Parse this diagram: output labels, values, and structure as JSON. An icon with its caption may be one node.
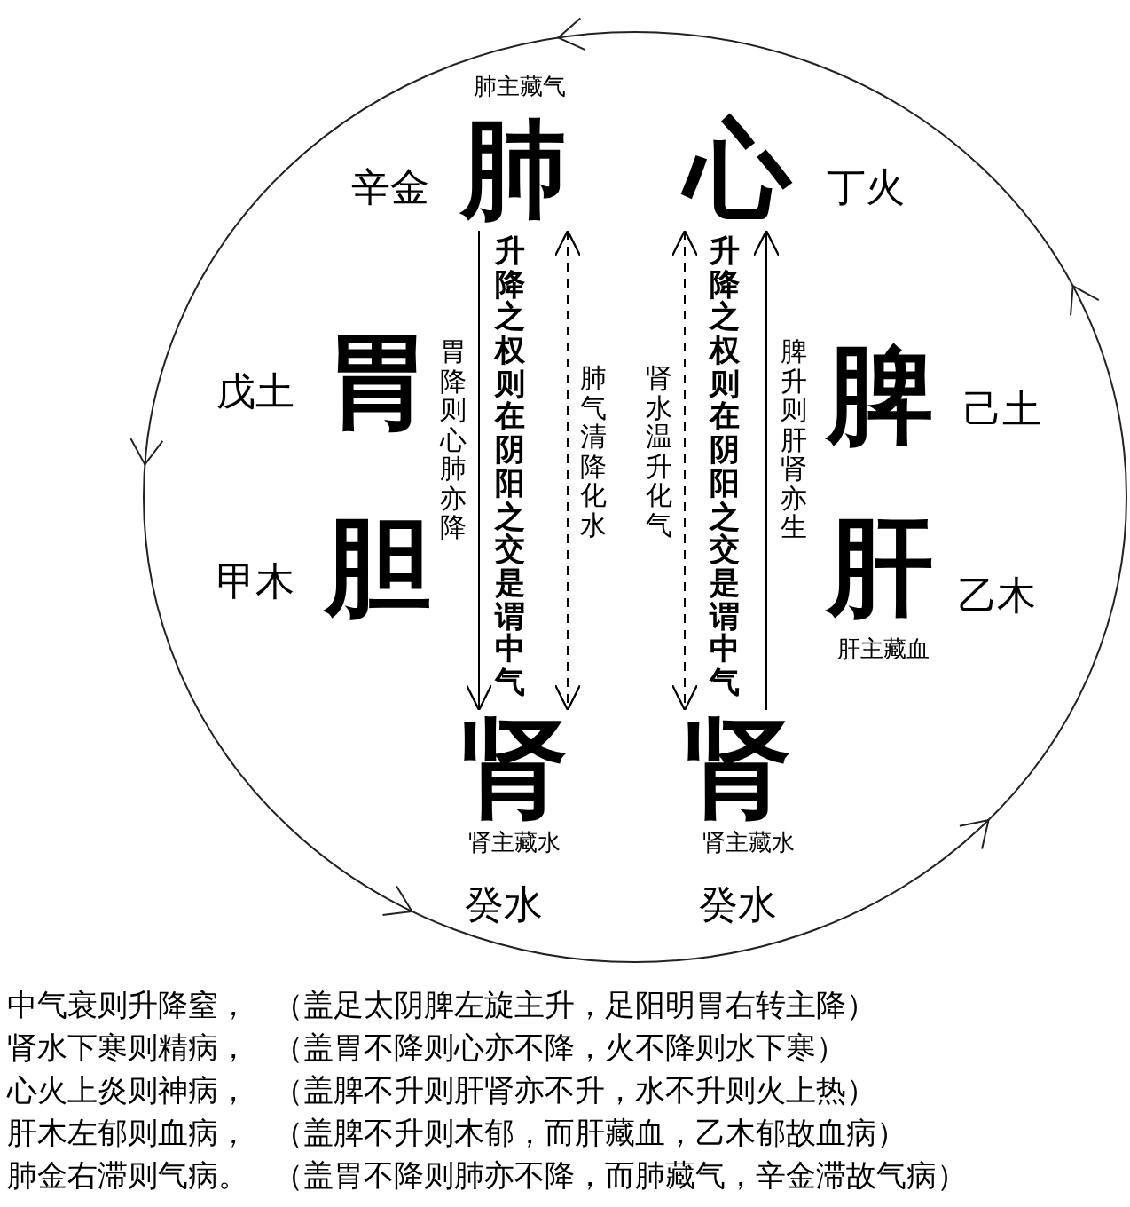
{
  "diagram": {
    "nodes": [
      {
        "text": [
          "肺"
        ],
        "beside": [
          "肺主藏气",
          "辛金"
        ]
      },
      {
        "text": [
          "心"
        ],
        "beside": [
          "丁火"
        ]
      },
      {
        "text": [
          "胃"
        ],
        "beside": [
          "戊土"
        ]
      },
      {
        "text": [
          "脾"
        ],
        "beside": [
          "己土"
        ]
      },
      {
        "text": [
          "胆"
        ],
        "beside": [
          "甲木"
        ]
      },
      {
        "text": [
          "肝"
        ],
        "beside": [
          "乙木",
          "肝主藏血"
        ]
      },
      {
        "text": [
          "肾"
        ],
        "beside": [
          "肾主藏水",
          "癸水"
        ]
      },
      {
        "text": [
          "肾"
        ],
        "beside": [
          "肾主藏水",
          "癸水"
        ]
      }
    ],
    "edges": [
      {
        "from": 0,
        "to": 6,
        "arrow": "to"
      },
      {
        "from": 0,
        "to": 6,
        "arrow": "both",
        "style": "dashed"
      },
      {
        "from": 1,
        "to": 7,
        "arrow": "both",
        "style": "dashed"
      },
      {
        "from": 7,
        "to": 1,
        "arrow": "to"
      }
    ],
    "labels": [
      "胃降则心肺亦降",
      "升降之权则在阴阳之交是谓中气",
      "肺气清降化水",
      "肾水温升化气",
      "升降之权则在阴阳之交是谓中气",
      "脾升则肝肾亦生",
      "中气衰则升降窒，",
      "（盖足太阴脾左旋主升，足阳明胃右转主降）",
      "肾水下寒则精病，",
      "（盖胃不降则心亦不降，火不降则水下寒）",
      "心火上炎则神病，",
      "（盖脾不升则肝肾亦不升，水不升则火上热）",
      "肝木左郁则血病，",
      "（盖脾不升则木郁，而肝藏血，乙木郁故血病）",
      "肺金右滞则气病。",
      "（盖胃不降则肺亦不降，而肺藏气，辛金滞故气病）"
    ]
  }
}
